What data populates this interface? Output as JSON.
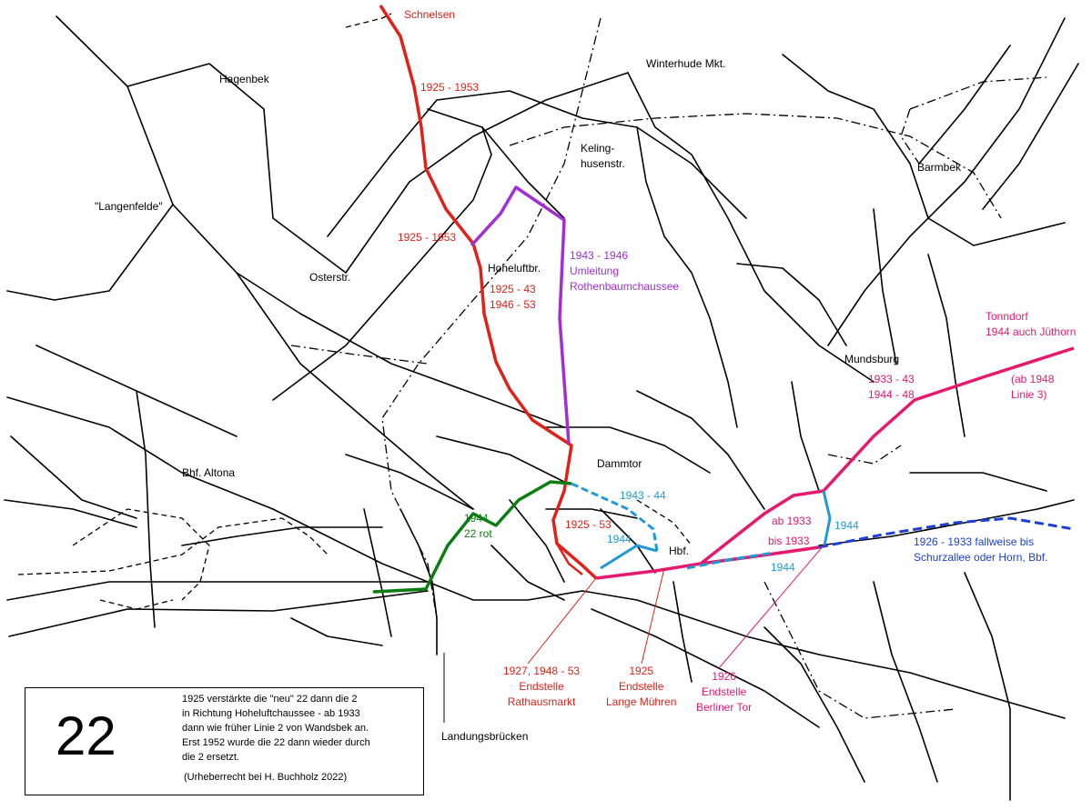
{
  "places": {
    "schnelsen": "Schnelsen",
    "winterhude": "Winterhude Mkt.",
    "hagenbek": "Hagenbek",
    "kelinghusen": [
      "Keling-",
      "husenstr."
    ],
    "barmbek": "Barmbek",
    "langenfelde": "\"Langenfelde\"",
    "osterstr": "Osterstr.",
    "hoheluftbr": "Hoheluftbr.",
    "mundsburg": "Mundsburg",
    "dammtor": "Dammtor",
    "altona": "Bhf. Altona",
    "hbf": "Hbf.",
    "landungsbruecken": "Landungsbrücken"
  },
  "route_labels": {
    "red_1925_1953_top": "1925 - 1953",
    "red_1925_1953_mid": "1925 - 1953",
    "red_hoheluft": [
      "1925 - 43",
      "1946 - 53"
    ],
    "purple_detour": [
      "1943 - 1946",
      "Umleitung",
      "Rothenbaumchaussee"
    ],
    "tonndorf": [
      "Tonndorf",
      "1944 auch Jüthorn"
    ],
    "ab1948": [
      "(ab 1948",
      "Linie 3)"
    ],
    "mundsburg_years": [
      "1933 - 43",
      "1944 - 48"
    ],
    "blue_1943_44": "1943 - 44",
    "green_1944": [
      "1944",
      "22 rot"
    ],
    "red_1925_53": "1925 - 53",
    "blue_1944_a": "1944",
    "ab1933": "ab 1933",
    "bis1933": "bis 1933",
    "blue_1944_b": "1944",
    "blue_1944_c": "1944",
    "dblue_1926": [
      "1926 - 1933 fallweise bis",
      "Schurzallee oder Horn, Bbf."
    ],
    "endstelle_rathaus": [
      "1927, 1948 - 53",
      "Endstelle",
      "Rathausmarkt"
    ],
    "endstelle_lange": [
      "1925",
      "Endstelle",
      "Lange Mühren"
    ],
    "endstelle_berliner": [
      "1926",
      "Endstelle",
      "Berliner Tor"
    ]
  },
  "legend": {
    "number": "22",
    "text": [
      "1925 verstärkte die \"neu\" 22 dann die 2",
      "in Richtung Hoheluftchaussee - ab 1933",
      "dann wie früher Linie 2 von Wandsbek an.",
      "Erst 1952 wurde die 22 dann wieder durch",
      "die 2 ersetzt."
    ],
    "copyright": "(Urheberrecht bei H. Buchholz 2022)"
  },
  "colors": {
    "red": "#e32017",
    "purple": "#a32dd7",
    "pink": "#e6196e",
    "light_blue": "#1f9ad6",
    "dark_blue": "#1c3fd4",
    "green": "#0a7d10",
    "network": "#000000"
  }
}
